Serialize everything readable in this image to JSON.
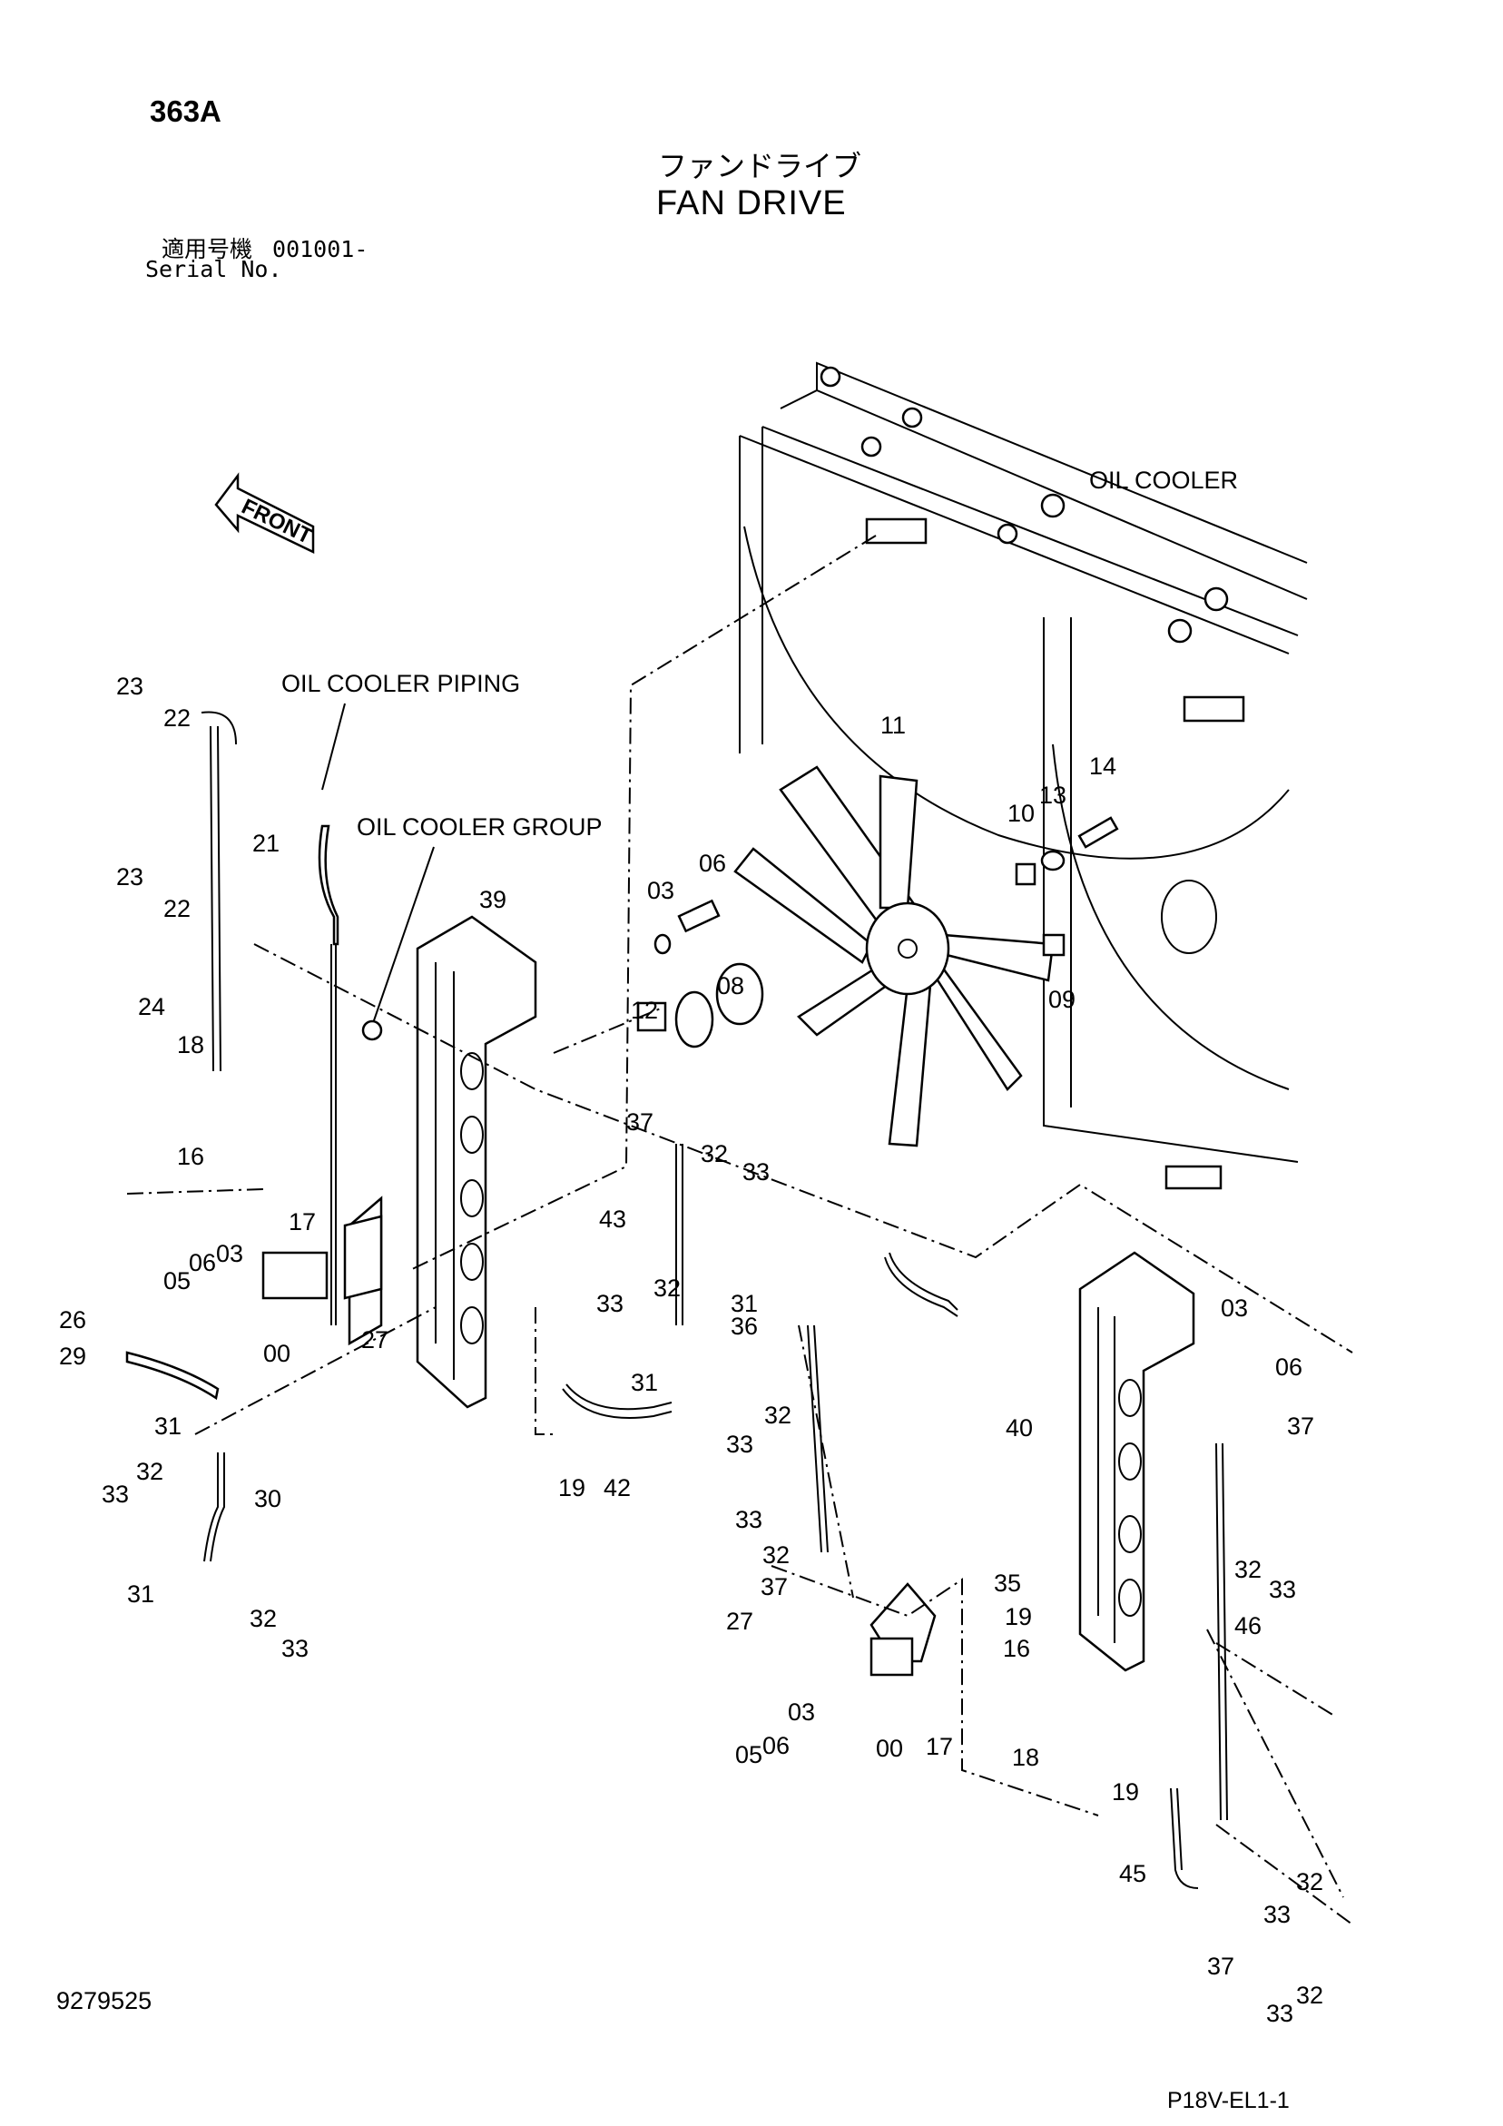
{
  "header": {
    "page_code": "363A",
    "title_jp": "ファンドライブ",
    "title_en": "FAN DRIVE",
    "serial_label_jp": "適用号機",
    "serial_value": "001001-",
    "serial_label_en": "Serial No."
  },
  "footer": {
    "doc_number": "9279525",
    "ref_code": "P18V-EL1-1"
  },
  "annotations": {
    "front": "FRONT",
    "oil_cooler": "OIL COOLER",
    "oil_cooler_piping": "OIL COOLER PIPING",
    "oil_cooler_group": "OIL COOLER GROUP"
  },
  "callouts": [
    "23",
    "22",
    "21",
    "23",
    "22",
    "24",
    "18",
    "16",
    "26",
    "29",
    "31",
    "33",
    "32",
    "31",
    "26",
    "39",
    "03",
    "06",
    "11",
    "10",
    "13",
    "14",
    "12",
    "08",
    "09",
    "12",
    "17",
    "05",
    "06",
    "03",
    "00",
    "27",
    "30",
    "32",
    "33",
    "37",
    "32",
    "33",
    "43",
    "33",
    "32",
    "31",
    "19",
    "42",
    "31",
    "36",
    "33",
    "32",
    "33",
    "32",
    "37",
    "27",
    "05",
    "06",
    "03",
    "00",
    "17",
    "18",
    "16",
    "19",
    "35",
    "03",
    "06",
    "40",
    "37",
    "32",
    "33",
    "46",
    "19",
    "45",
    "37",
    "33",
    "32",
    "33",
    "32"
  ]
}
